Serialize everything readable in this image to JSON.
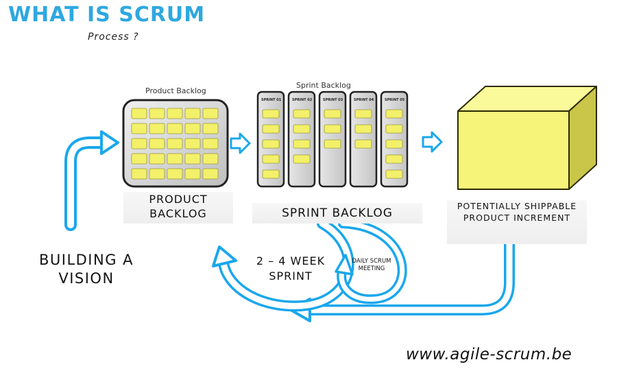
{
  "title": "WHAT IS SCRUM",
  "subtitle": "Process ?",
  "product_backlog": {
    "caption": "Product Backlog",
    "label": "PRODUCT BACKLOG"
  },
  "sprint_backlog": {
    "caption": "Sprint Backlog",
    "label": "SPRINT BACKLOG",
    "columns": [
      "SPRINT 01",
      "SPRINT 02",
      "SPRINT 03",
      "SPRINT 04",
      "SPRINT 05"
    ]
  },
  "increment": {
    "label": "POTENTIALLY SHIPPABLE PRODUCT INCREMENT"
  },
  "vision": {
    "label": "BUILDING A VISION"
  },
  "sprint_cycle": {
    "label": "2 – 4 WEEK SPRINT"
  },
  "daily_meeting": {
    "label": "DAILY SCRUM MEETING"
  },
  "website": "www.agile-scrum.be",
  "colors": {
    "accent_blue": "#2ea8e0",
    "arrow_blue": "#1aa7ec",
    "sticky_yellow": "#f3f06a",
    "cube_yellow": "#f6f57a",
    "box_gray": "#d9d9d9"
  }
}
